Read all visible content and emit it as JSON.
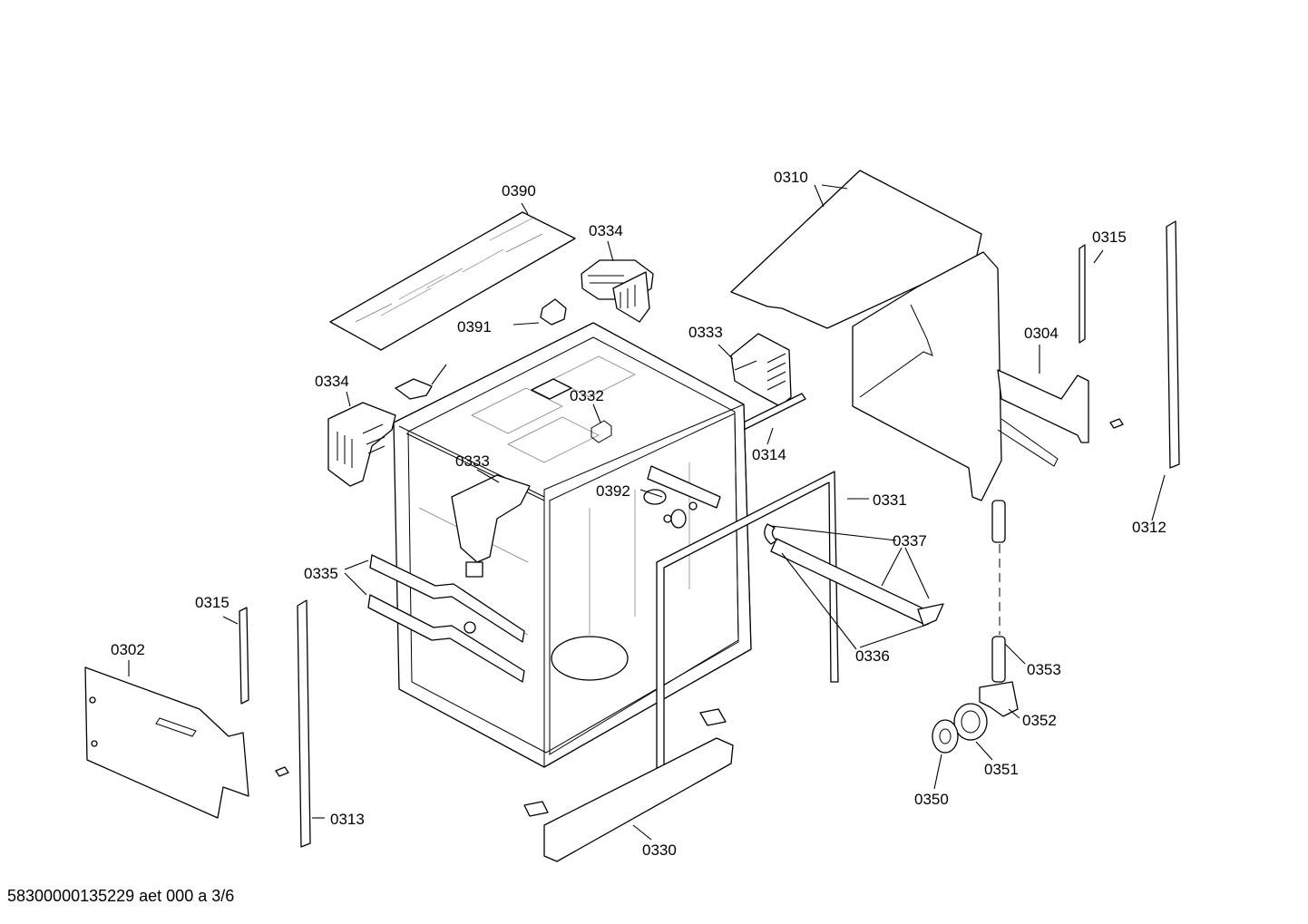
{
  "callouts": {
    "c0390": "0390",
    "c0334a": "0334",
    "c0391": "0391",
    "c0334b": "0334",
    "c0333a": "0333",
    "c0332": "0332",
    "c0333b": "0333",
    "c0310": "0310",
    "c0315a": "0315",
    "c0304": "0304",
    "c0314": "0314",
    "c0392": "0392",
    "c0331": "0331",
    "c0337": "0337",
    "c0312": "0312",
    "c0335": "0335",
    "c0336": "0336",
    "c0315b": "0315",
    "c0302": "0302",
    "c0353": "0353",
    "c0352": "0352",
    "c0351": "0351",
    "c0350": "0350",
    "c0313": "0313",
    "c0330": "0330"
  },
  "footer": "58300000135229 aet 000 a 3/6"
}
